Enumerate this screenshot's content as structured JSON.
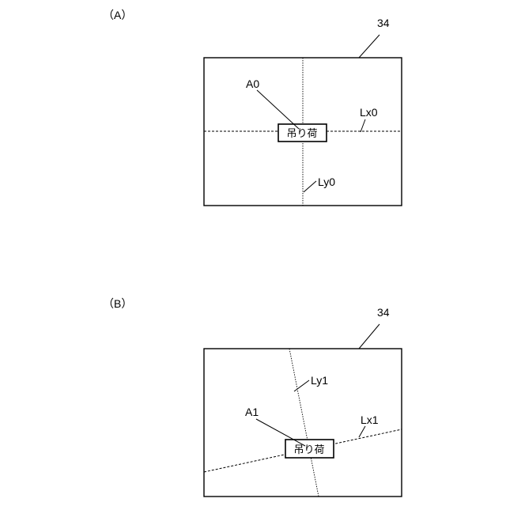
{
  "panel_a": {
    "panel_label": "（A）",
    "ref_number": "34",
    "box_label": "吊り荷",
    "point_label": "A0",
    "line_x_label": "Lx0",
    "line_y_label": "Ly0"
  },
  "panel_b": {
    "panel_label": "（B）",
    "ref_number": "34",
    "box_label": "吊り荷",
    "point_label": "A1",
    "line_x_label": "Lx1",
    "line_y_label": "Ly1"
  }
}
